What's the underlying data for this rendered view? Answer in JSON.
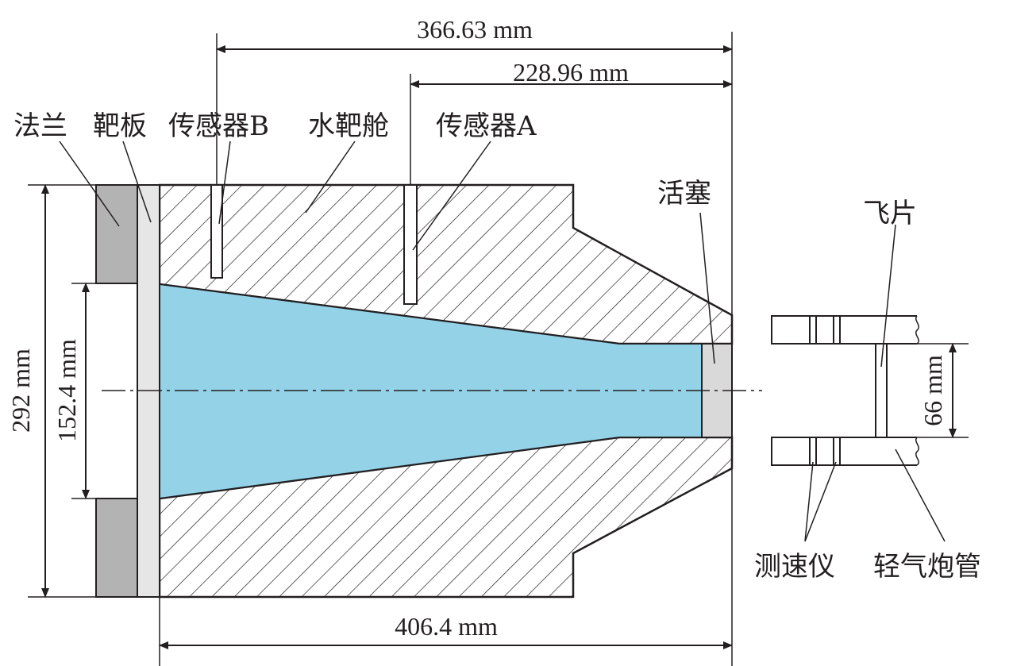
{
  "dimensions": {
    "overall_top": "366.63 mm",
    "sensor_a_offset": "228.96 mm",
    "bottom_length": "406.4 mm",
    "outer_diameter": "292 mm",
    "inner_diameter": "152.4 mm",
    "bore_diameter": "66 mm"
  },
  "labels": {
    "flange": "法兰",
    "target_plate": "靶板",
    "sensor_b": "传感器B",
    "water_chamber": "水靶舱",
    "sensor_a": "传感器A",
    "piston": "活塞",
    "flyer": "飞片",
    "velocimeter": "测速仪",
    "gas_gun_barrel": "轻气炮管"
  },
  "colors": {
    "water": "#94d2e8",
    "flange": "#b3b3b3",
    "target_plate": "#e6e6e6",
    "piston": "#d9d9d9",
    "line": "#231f20"
  }
}
